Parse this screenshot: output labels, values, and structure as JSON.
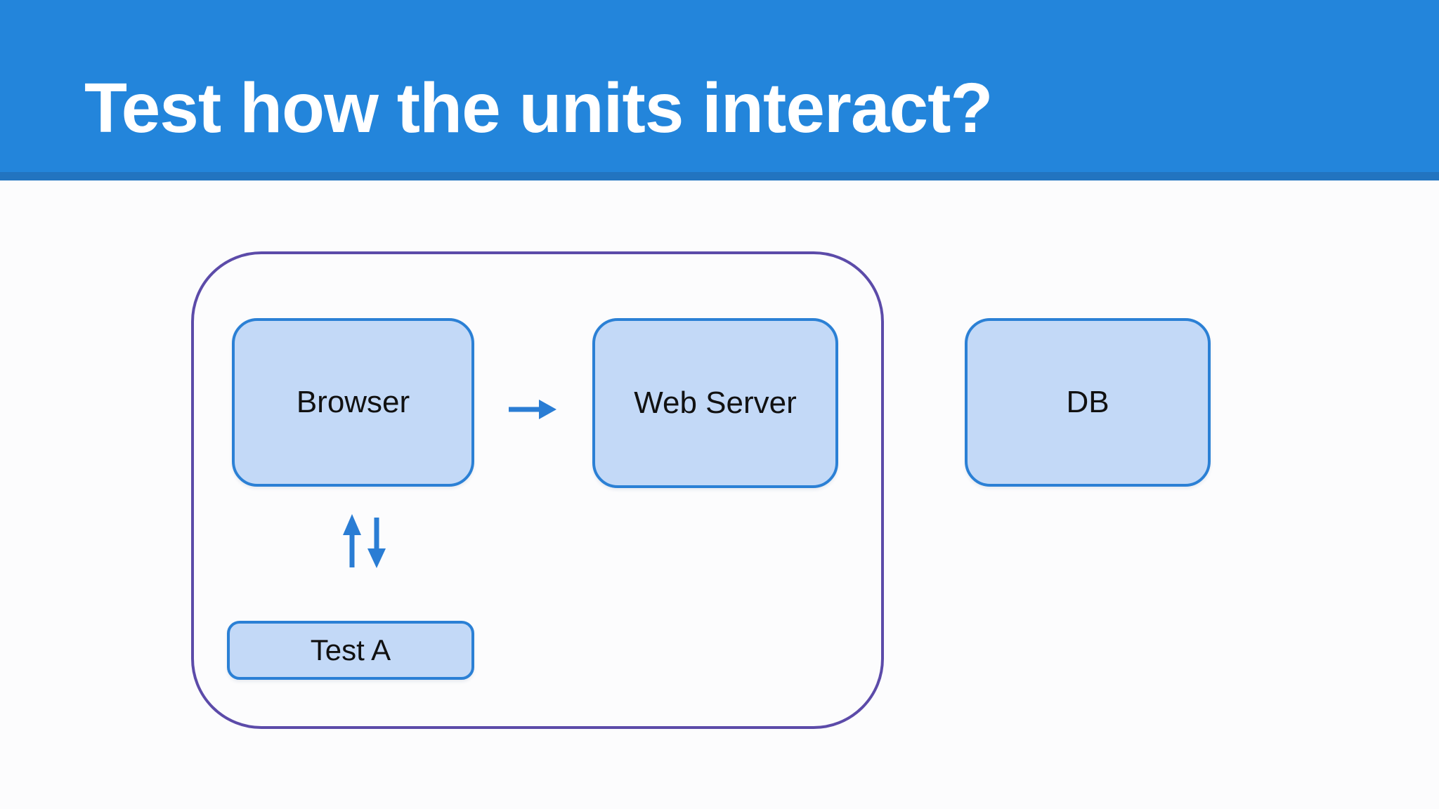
{
  "header": {
    "title": "Test how the units interact?"
  },
  "colors": {
    "header_bg": "#2385DB",
    "header_strip": "#2274C0",
    "canvas_bg": "#FCFCFD",
    "node_fill": "#C3D9F7",
    "node_border": "#2B80D5",
    "node_text": "#111111",
    "title_text": "#FFFFFF",
    "arrow": "#2A7DD4",
    "group_border": "#5C4BA9"
  },
  "diagram": {
    "group": {
      "description": "rounded boundary enclosing Browser and Test A"
    },
    "nodes": [
      {
        "id": "browser",
        "label": "Browser"
      },
      {
        "id": "web-server",
        "label": "Web Server"
      },
      {
        "id": "db",
        "label": "DB"
      },
      {
        "id": "test-a",
        "label": "Test A"
      }
    ],
    "connections": [
      {
        "from": "browser",
        "to": "web-server",
        "icon": "arrow-right-icon"
      },
      {
        "from": "test-a",
        "to": "browser",
        "icon": "arrow-up-icon"
      },
      {
        "from": "browser",
        "to": "test-a",
        "icon": "arrow-down-icon"
      }
    ]
  }
}
